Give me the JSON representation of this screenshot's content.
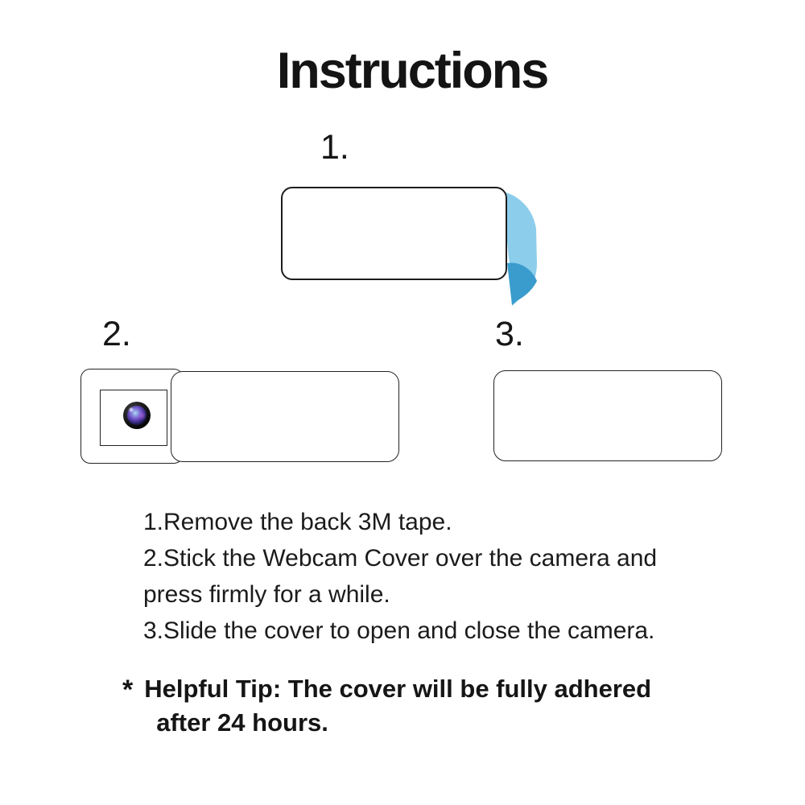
{
  "page": {
    "title": "Instructions"
  },
  "steps": [
    {
      "number": "1.",
      "diagram": "cover with blue 3M tape peeling off the back"
    },
    {
      "number": "2.",
      "diagram": "cover slid open over camera lens"
    },
    {
      "number": "3.",
      "diagram": "cover closed"
    }
  ],
  "instructions": {
    "lines": [
      "1.Remove the back 3M tape.",
      "2.Stick the Webcam Cover over the camera and",
      "press firmly for a while.",
      "3.Slide the cover to open and close the camera."
    ]
  },
  "tip": {
    "marker": "*",
    "lines": [
      "Helpful Tip: The cover will be fully adhered",
      "after 24 hours."
    ]
  },
  "colors": {
    "tape_light": "#8ccdeb",
    "tape_dark": "#3a9ccd",
    "outline": "#232323"
  }
}
